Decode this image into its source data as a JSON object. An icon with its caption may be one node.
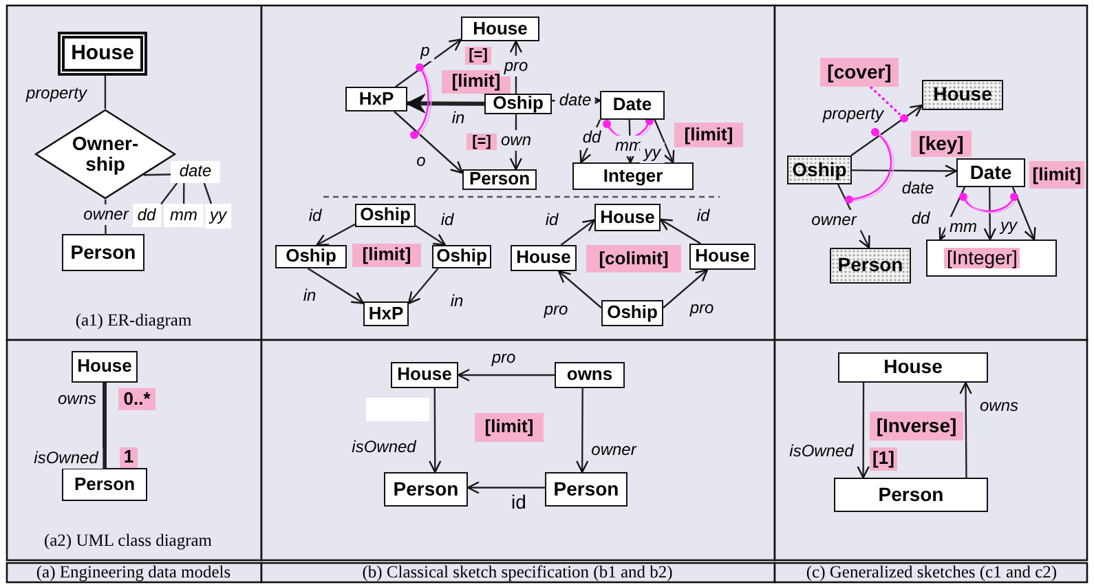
{
  "diagram": {
    "nodes": [
      {
        "text": [
          "House"
        ]
      },
      {
        "text": [
          "Owner-ship"
        ]
      },
      {
        "text": [
          "date"
        ]
      },
      {
        "text": [
          "dd"
        ]
      },
      {
        "text": [
          "mm"
        ]
      },
      {
        "text": [
          "yy"
        ]
      },
      {
        "text": [
          "Person"
        ]
      },
      {
        "text": [
          "House"
        ]
      },
      {
        "text": [
          "0..*"
        ]
      },
      {
        "text": [
          "1"
        ]
      },
      {
        "text": [
          "Person"
        ]
      },
      {
        "text": [
          "House"
        ]
      },
      {
        "text": [
          "[=]"
        ]
      },
      {
        "text": [
          "[limit]"
        ]
      },
      {
        "text": [
          "HxP"
        ]
      },
      {
        "text": [
          "Oship"
        ]
      },
      {
        "text": [
          "Date"
        ]
      },
      {
        "text": [
          "[=]"
        ]
      },
      {
        "text": [
          "[limit]"
        ]
      },
      {
        "text": [
          "Person"
        ]
      },
      {
        "text": [
          "Integer"
        ]
      },
      {
        "text": [
          "Oship"
        ]
      },
      {
        "text": [
          "House"
        ]
      },
      {
        "text": [
          "Oship"
        ]
      },
      {
        "text": [
          "[limit]"
        ]
      },
      {
        "text": [
          "Oship"
        ]
      },
      {
        "text": [
          "House"
        ]
      },
      {
        "text": [
          "[colimit]"
        ]
      },
      {
        "text": [
          "House"
        ]
      },
      {
        "text": [
          "HxP"
        ]
      },
      {
        "text": [
          "Oship"
        ]
      },
      {
        "text": [
          "House"
        ]
      },
      {
        "text": [
          "owns"
        ]
      },
      {
        "text": [
          "[limit]"
        ]
      },
      {
        "text": [
          "Person"
        ]
      },
      {
        "text": [
          "Person"
        ]
      },
      {
        "text": [
          "[cover]"
        ]
      },
      {
        "text": [
          "House"
        ]
      },
      {
        "text": [
          "[key]"
        ]
      },
      {
        "text": [
          "Oship"
        ]
      },
      {
        "text": [
          "Date"
        ]
      },
      {
        "text": [
          "[limit]"
        ]
      },
      {
        "text": [
          "Person"
        ]
      },
      {
        "text": [
          "[Integer]"
        ]
      },
      {
        "text": [
          "House"
        ]
      },
      {
        "text": [
          "[Inverse]"
        ]
      },
      {
        "text": [
          "[1]"
        ]
      },
      {
        "text": [
          "Person"
        ]
      },
      {
        "text": [],
        "shape": "circle"
      }
    ],
    "edges": [
      {
        "from": 0,
        "to": 1,
        "arrow": "none",
        "label": "property"
      },
      {
        "from": 1,
        "to": 6,
        "arrow": "none",
        "label": "owner"
      },
      {
        "from": 1,
        "to": 2,
        "arrow": "none"
      },
      {
        "from": 2,
        "to": 3,
        "arrow": "none"
      },
      {
        "from": 2,
        "to": 4,
        "arrow": "none"
      },
      {
        "from": 2,
        "to": 5,
        "arrow": "none"
      },
      {
        "from": 7,
        "to": 10,
        "arrow": "none",
        "style": "thick"
      },
      {
        "from": 14,
        "to": 11,
        "arrow": "to",
        "label": "p"
      },
      {
        "from": 14,
        "to": 19,
        "arrow": "to",
        "label": "o"
      },
      {
        "from": 15,
        "to": 11,
        "arrow": "to",
        "label": "pro"
      },
      {
        "from": 15,
        "to": 19,
        "arrow": "to",
        "label": "own"
      },
      {
        "from": 15,
        "to": 16,
        "arrow": "to",
        "label": "date"
      },
      {
        "from": 15,
        "to": 14,
        "arrow": "to",
        "label": "in",
        "style": "thick"
      },
      {
        "from": 16,
        "to": 20,
        "arrow": "to",
        "label": "dd"
      },
      {
        "from": 16,
        "to": 20,
        "arrow": "to",
        "label": "mm"
      },
      {
        "from": 16,
        "to": 20,
        "arrow": "to",
        "label": "yy"
      },
      {
        "from": 21,
        "to": 23,
        "arrow": "to",
        "label": "id"
      },
      {
        "from": 21,
        "to": 25,
        "arrow": "to",
        "label": "id"
      },
      {
        "from": 23,
        "to": 29,
        "arrow": "to",
        "label": "in"
      },
      {
        "from": 25,
        "to": 29,
        "arrow": "to",
        "label": "in"
      },
      {
        "from": 26,
        "to": 22,
        "arrow": "to",
        "label": "id"
      },
      {
        "from": 28,
        "to": 22,
        "arrow": "to",
        "label": "id"
      },
      {
        "from": 30,
        "to": 26,
        "arrow": "to",
        "label": "pro"
      },
      {
        "from": 30,
        "to": 28,
        "arrow": "to",
        "label": "pro"
      },
      {
        "from": 32,
        "to": 31,
        "arrow": "to",
        "label": "pro"
      },
      {
        "from": 31,
        "to": 34,
        "arrow": "to",
        "label": "isOwned"
      },
      {
        "from": 32,
        "to": 35,
        "arrow": "to",
        "label": "owner"
      },
      {
        "from": 35,
        "to": 34,
        "arrow": "to",
        "label": "id"
      },
      {
        "from": 36,
        "to": 48,
        "arrow": "none",
        "style": "dashed",
        "color": "#ff00ff"
      },
      {
        "from": 39,
        "to": 37,
        "arrow": "to",
        "label": "property"
      },
      {
        "from": 39,
        "to": 40,
        "arrow": "to",
        "label": "date"
      },
      {
        "from": 39,
        "to": 42,
        "arrow": "to",
        "label": "owner"
      },
      {
        "from": 40,
        "to": 43,
        "arrow": "to",
        "label": "dd"
      },
      {
        "from": 40,
        "to": 43,
        "arrow": "to",
        "label": "mm"
      },
      {
        "from": 40,
        "to": 43,
        "arrow": "to",
        "label": "yy"
      },
      {
        "from": 44,
        "to": 47,
        "arrow": "to",
        "label": "isOwned"
      },
      {
        "from": 47,
        "to": 44,
        "arrow": "to",
        "label": "owns"
      }
    ],
    "labels": [
      "owns",
      "isOwned",
      "(a1) ER-diagram",
      "(a2) UML class diagram",
      "(a) Engineering data models",
      "(b) Classical sketch specification (b1 and b2)",
      "(c) Generalized sketches (c1 and c2)"
    ]
  }
}
